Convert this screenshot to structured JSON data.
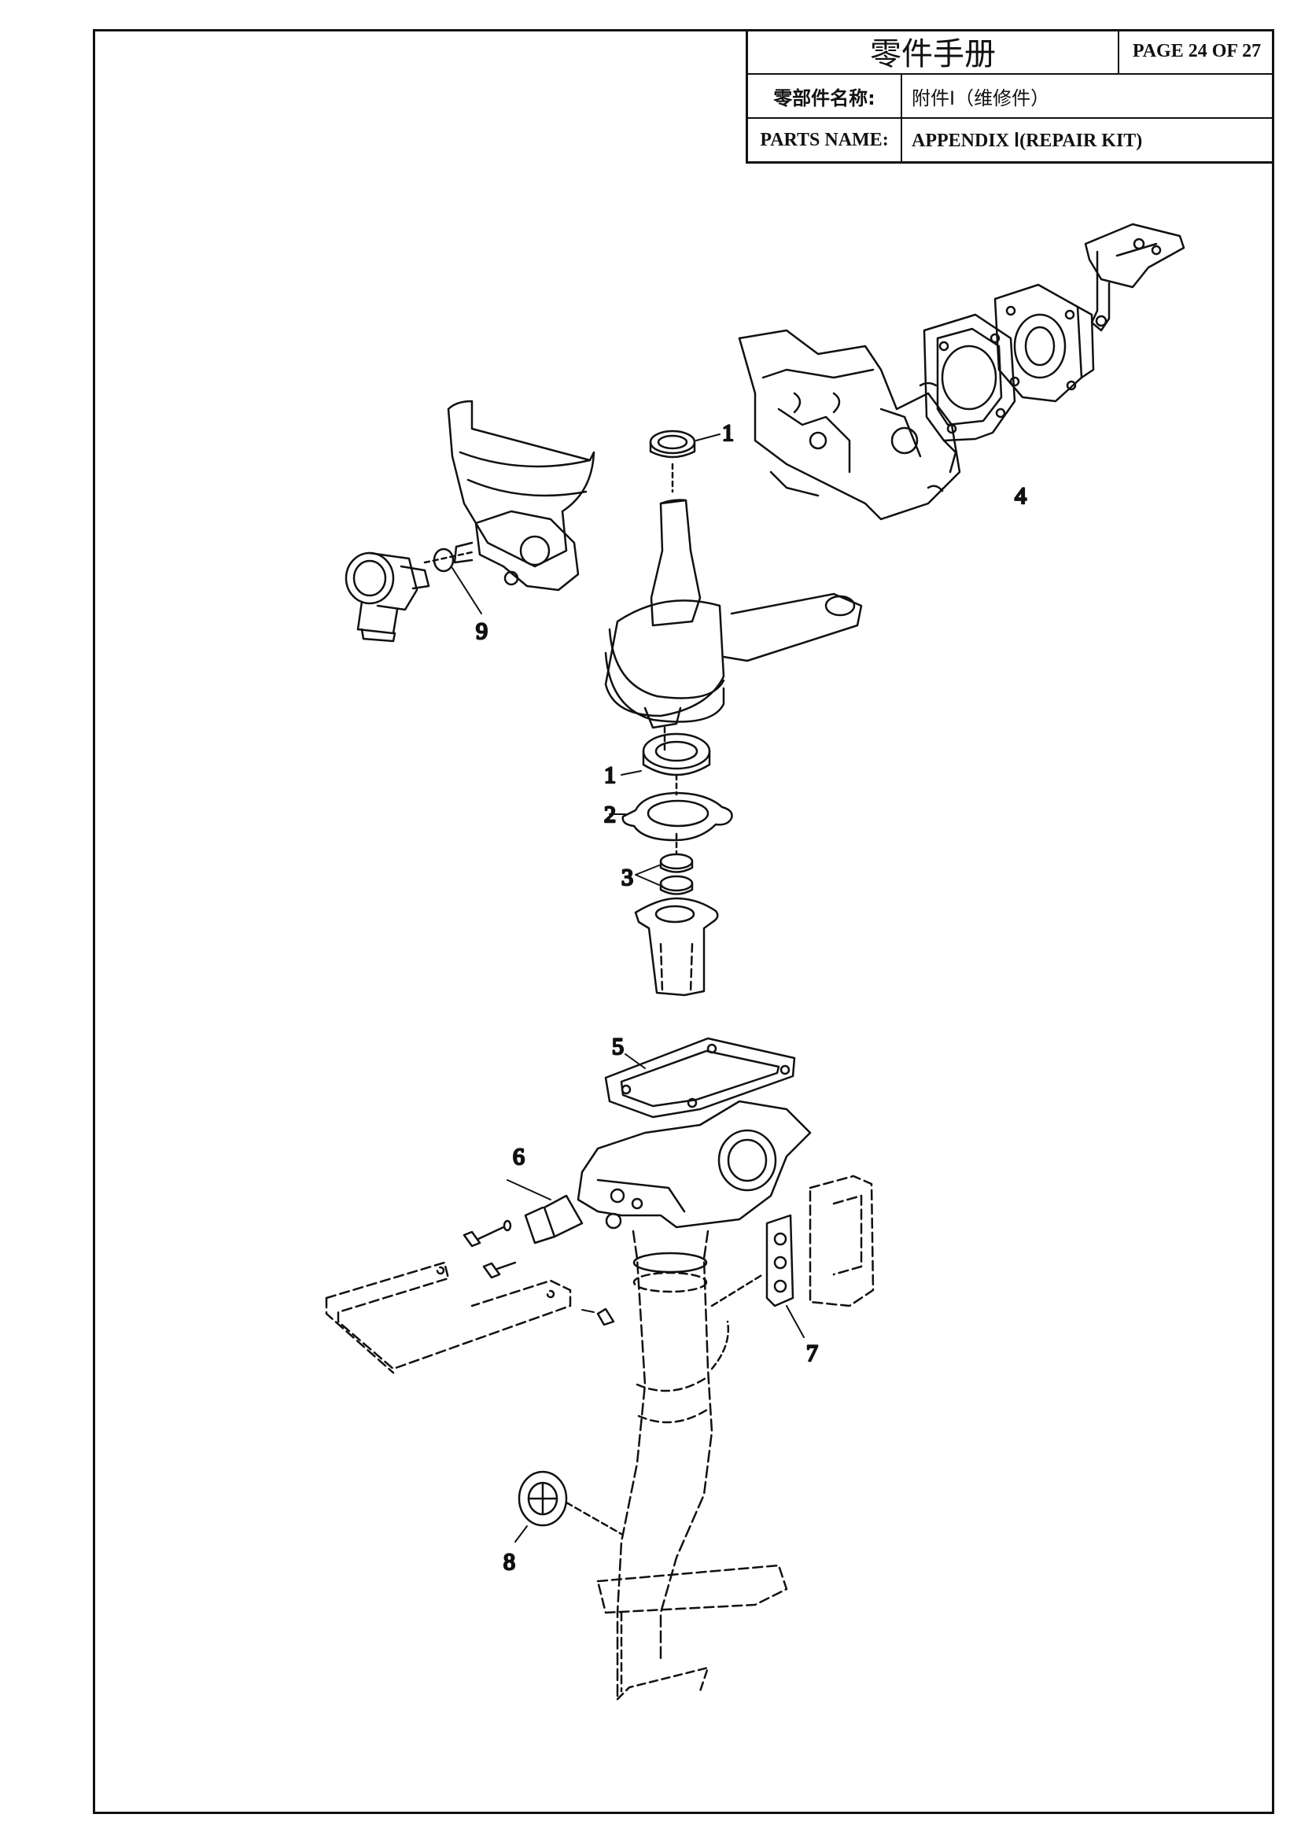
{
  "header": {
    "title": "零件手册",
    "page": "PAGE 24 OF 27",
    "cn_label": "零部件名称:",
    "cn_value": "附件Ⅰ（维修件）",
    "en_label": "PARTS NAME:",
    "en_value": "APPENDIX Ⅰ(REPAIR KIT)"
  },
  "callouts": [
    "1",
    "1",
    "2",
    "3",
    "4",
    "5",
    "6",
    "7",
    "8",
    "9"
  ],
  "colors": {
    "line": "#111111",
    "background": "#ffffff"
  }
}
